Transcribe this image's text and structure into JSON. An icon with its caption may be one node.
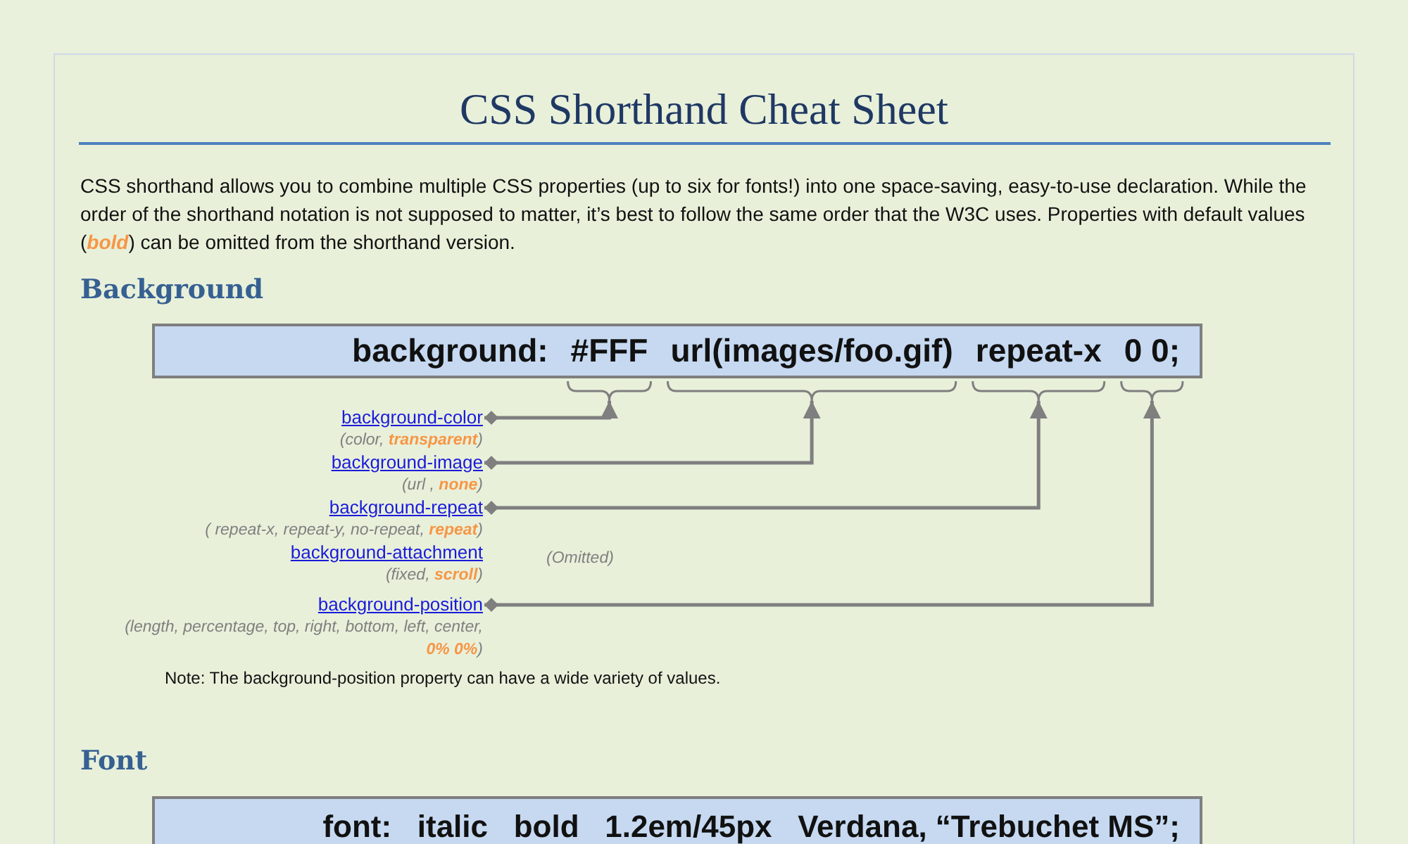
{
  "diagram": {
    "title": "CSS Shorthand Cheat Sheet",
    "nodes": [
      {
        "text": [
          "background:"
        ]
      },
      {
        "text": [
          "#FFF"
        ],
        "in": 0
      },
      {
        "text": [
          "url(images/foo.gif)"
        ],
        "in": 0
      },
      {
        "text": [
          "repeat-x"
        ],
        "in": 0
      },
      {
        "text": [
          "0 0;"
        ],
        "in": 0
      },
      {
        "text": [
          "background-color",
          "(color, **transparent**)"
        ]
      },
      {
        "text": [
          "background-image",
          "(url , **none**)"
        ]
      },
      {
        "text": [
          "background-repeat",
          "( repeat-x, repeat-y, no-repeat, **repeat**)"
        ]
      },
      {
        "text": [
          "background-attachment",
          "(fixed, **scroll**)"
        ],
        "beside": [
          "(Omitted)"
        ]
      },
      {
        "text": [
          "background-position",
          "(length, percentage, top, right, bottom, left, center, **0% 0%**)"
        ]
      },
      {
        "text": [
          "font:   italic   bold   1.2em/45px   Verdana, “Trebuchet MS”;"
        ]
      }
    ],
    "edges": [
      {
        "from": 5,
        "to": 1,
        "arrow": "to"
      },
      {
        "from": 6,
        "to": 2,
        "arrow": "to"
      },
      {
        "from": 7,
        "to": 3,
        "arrow": "to"
      },
      {
        "from": 9,
        "to": 4,
        "arrow": "to"
      }
    ],
    "labels": [
      "CSS shorthand allows you to combine multiple CSS properties (up to six for fonts!) into one space-saving, easy-to-use declaration. While the order of the shorthand notation is not supposed to matter, it’s best to follow the same order that the W3C uses. Properties with default values (**bold**) can be omitted from the shorthand version.",
      "Background",
      "Note: The background-position property can have a wide variety of values.",
      "Font"
    ]
  }
}
